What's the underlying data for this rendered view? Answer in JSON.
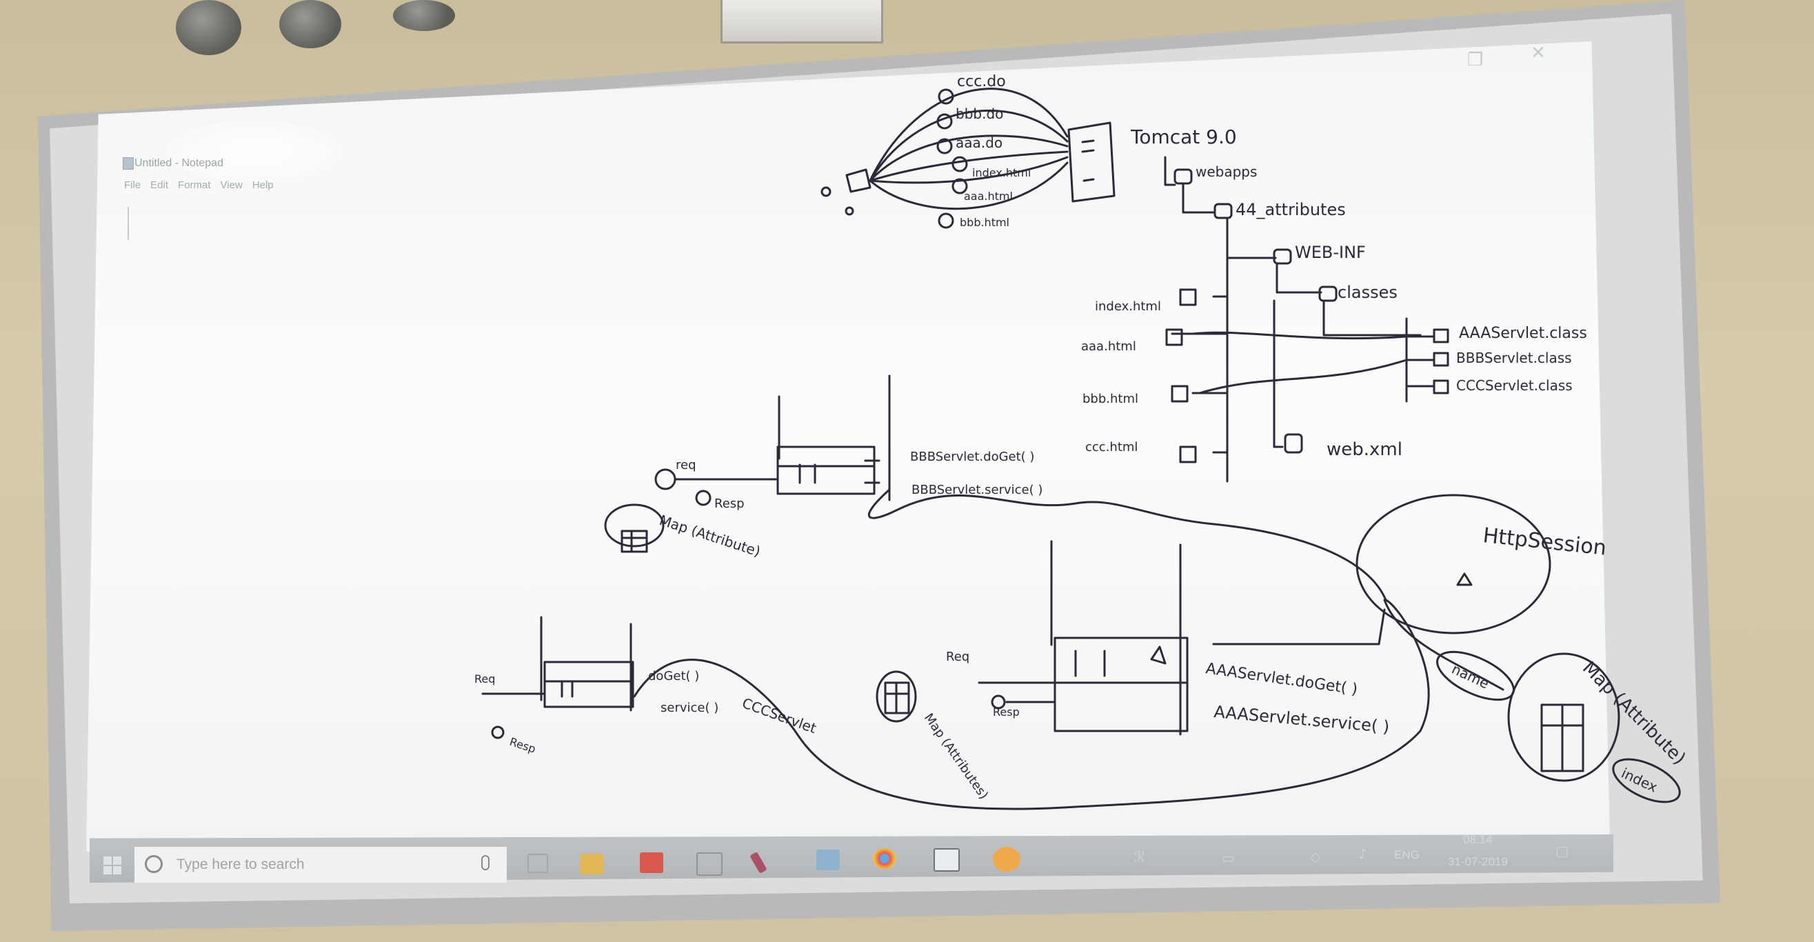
{
  "notepad": {
    "title": "Untitled - Notepad",
    "menu": [
      "File",
      "Edit",
      "Format",
      "View",
      "Help"
    ]
  },
  "taskbar": {
    "search_placeholder": "Type here to search",
    "tray_language": "ENG",
    "tray_time": "08:14",
    "tray_date": "31-07-2019"
  },
  "whiteboard": {
    "top_requests": [
      "ccc.do",
      "bbb.do",
      "aaa.do",
      "index.html",
      "aaa.html",
      "bbb.html"
    ],
    "tomcat": "Tomcat 9.0",
    "webapps": "webapps",
    "project": "44_attributes",
    "web_inf": "WEB-INF",
    "classes": "classes",
    "html_files": [
      "index.html",
      "aaa.html",
      "bbb.html",
      "ccc.html"
    ],
    "class_files": [
      "AAAServlet.class",
      "BBBServlet.class",
      "CCCServlet.class"
    ],
    "web_xml": "web.xml",
    "bbb_methods": [
      "BBBServlet.doGet( )",
      "BBBServlet.service( )"
    ],
    "bbb_req": "req",
    "bbb_resp": "Resp",
    "bbb_map": "Map (Attribute)",
    "ccc_methods": [
      "doGet( )",
      "service( )"
    ],
    "ccc_servlet": "CCCServlet",
    "ccc_req": "Req",
    "ccc_resp": "Resp",
    "aaa_methods": [
      "AAAServlet.doGet( )",
      "AAAServlet.service( )"
    ],
    "aaa_req": "Req",
    "aaa_resp": "Resp",
    "aaa_map": "Map (Attributes)",
    "session": "HttpSession",
    "session_map": "Map (Attribute)",
    "session_keys": [
      "name",
      "index"
    ]
  },
  "colors": {
    "ink": "#2b2b38",
    "projection": "#f6f8f8",
    "taskbar": "#b8bcbf"
  }
}
